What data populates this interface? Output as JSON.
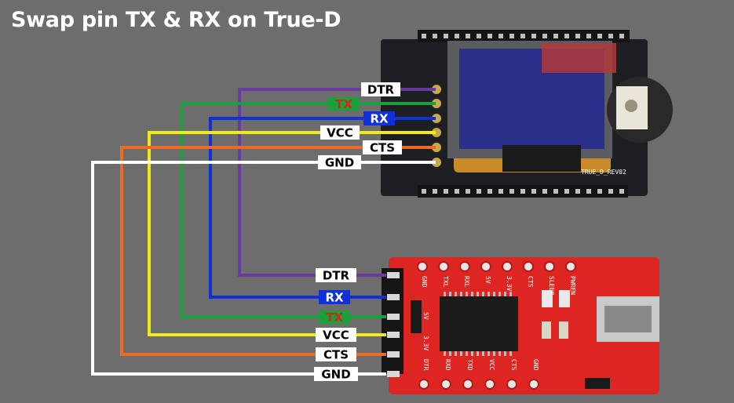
{
  "title": "Swap pin TX & RX on True-D",
  "top_board": {
    "silkscreen": "TRUE_D_REV02",
    "pins": [
      {
        "label": "DTR",
        "wire": "#6a3aa0",
        "label_bg": "#ffffff",
        "label_color": "#000000"
      },
      {
        "label": "TX",
        "wire": "#1aa03a",
        "label_bg": "#1aa03a",
        "label_color": "#e0201a"
      },
      {
        "label": "RX",
        "wire": "#1030d8",
        "label_bg": "#1030d8",
        "label_color": "#ffffff"
      },
      {
        "label": "VCC",
        "wire": "#f2ea1a",
        "label_bg": "#ffffff",
        "label_color": "#000000"
      },
      {
        "label": "CTS",
        "wire": "#ee6a22",
        "label_bg": "#ffffff",
        "label_color": "#000000"
      },
      {
        "label": "GND",
        "wire": "#ffffff",
        "label_bg": "#ffffff",
        "label_color": "#000000"
      }
    ]
  },
  "bottom_board": {
    "silkscreen_top": [
      "GND",
      "TXL",
      "RXL",
      "5V",
      "3.3V",
      "CTS",
      "SLEEP",
      "PWREN"
    ],
    "silkscreen_bottom": [
      "DTR",
      "RXD",
      "TXD",
      "VCC",
      "CTS",
      "GND"
    ],
    "jumper_labels": [
      "5V",
      "3.3V"
    ],
    "pins": [
      {
        "label": "DTR",
        "wire": "#6a3aa0",
        "label_bg": "#ffffff",
        "label_color": "#000000"
      },
      {
        "label": "RX",
        "wire": "#1030d8",
        "label_bg": "#1030d8",
        "label_color": "#ffffff"
      },
      {
        "label": "TX",
        "wire": "#1aa03a",
        "label_bg": "#1aa03a",
        "label_color": "#e0201a"
      },
      {
        "label": "VCC",
        "wire": "#f2ea1a",
        "label_bg": "#ffffff",
        "label_color": "#000000"
      },
      {
        "label": "CTS",
        "wire": "#ee6a22",
        "label_bg": "#ffffff",
        "label_color": "#000000"
      },
      {
        "label": "GND",
        "wire": "#ffffff",
        "label_bg": "#ffffff",
        "label_color": "#000000"
      }
    ]
  }
}
